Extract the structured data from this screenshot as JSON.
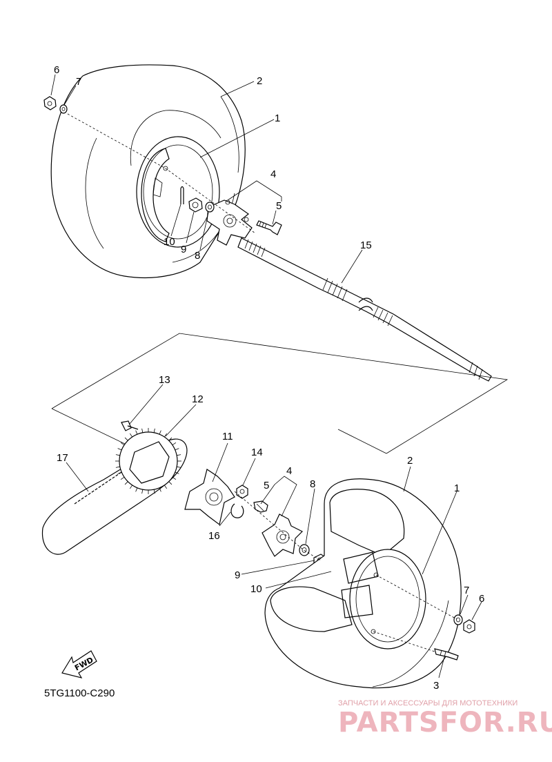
{
  "diagram_code": "5TG1100-C290",
  "fwd_label": "FWD",
  "watermark": {
    "tagline": "ЗАПЧАСТИ И АКСЕССУАРЫ ДЛЯ МОТОТЕХНИКИ",
    "brand": "PARTSFOR.RU"
  },
  "callouts": {
    "upper": [
      "6",
      "7",
      "2",
      "1",
      "4",
      "5",
      "15",
      "10",
      "9",
      "8"
    ],
    "lower": [
      "13",
      "12",
      "17",
      "11",
      "14",
      "4",
      "5",
      "8",
      "2",
      "1",
      "16",
      "9",
      "10",
      "7",
      "6",
      "3"
    ]
  }
}
